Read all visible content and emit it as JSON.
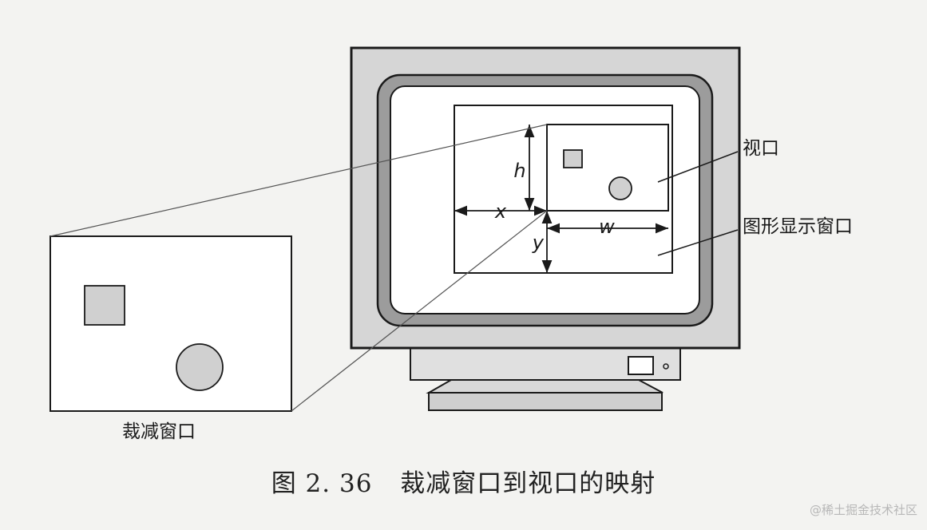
{
  "labels": {
    "viewport": "视口",
    "display_window": "图形显示窗口",
    "clip_window": "裁减窗口",
    "h": "h",
    "x": "x",
    "y": "y",
    "w": "w"
  },
  "caption": {
    "number": "图 2. 36",
    "title": "裁减窗口到视口的映射"
  },
  "watermark": "@稀土掘金技术社区",
  "colors": {
    "monitor_outer": "#d6d6d6",
    "monitor_bezel": "#9c9c9c",
    "screen": "#ffffff",
    "shape_fill": "#d0d0d0",
    "stroke": "#1a1a1a"
  }
}
